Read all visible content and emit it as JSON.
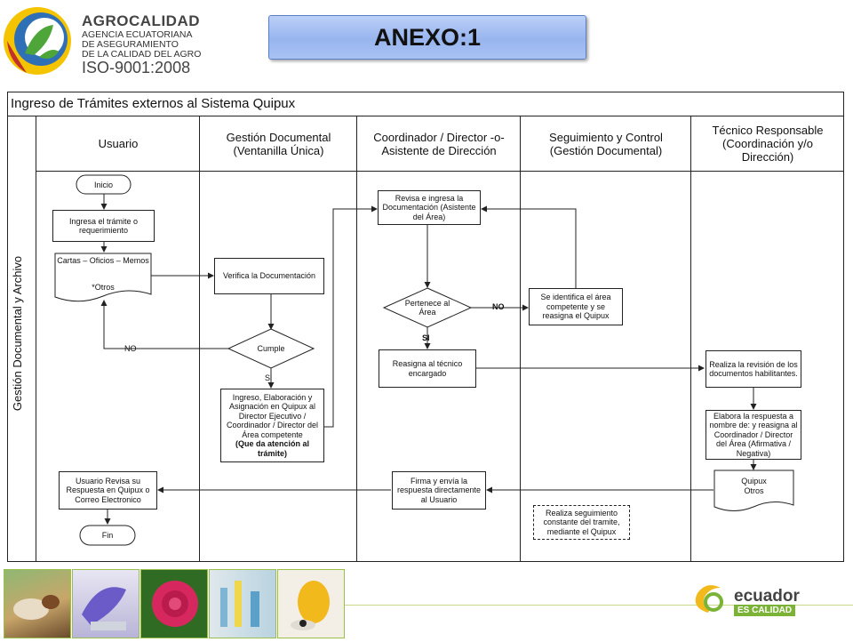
{
  "header": {
    "org_name": "AGROCALIDAD",
    "org_line1": "AGENCIA ECUATORIANA",
    "org_line2": "DE ASEGURAMIENTO",
    "org_line3": "DE LA CALIDAD DEL AGRO",
    "iso": "ISO-9001:2008",
    "annex_title": "ANEXO:1"
  },
  "diagram": {
    "title": "Ingreso de Trámites externos al Sistema Quipux",
    "side_label": "Gestión Documental y Archivo",
    "lanes": [
      {
        "line1": "Usuario",
        "line2": "",
        "line3": ""
      },
      {
        "line1": "Gestión Documental",
        "line2": "(Ventanilla Única)",
        "line3": ""
      },
      {
        "line1": "Coordinador / Director -o-",
        "line2": "Asistente de Dirección",
        "line3": ""
      },
      {
        "line1": "Seguimiento y Control",
        "line2": "(Gestión Documental)",
        "line3": ""
      },
      {
        "line1": "Técnico Responsable",
        "line2": "(Coordinación y/o",
        "line3": "Dirección)"
      }
    ],
    "nodes": {
      "inicio": "Inicio",
      "ingresa": "Ingresa el trámite o requerimiento",
      "cartas": "Cartas – Oficios – Memos",
      "cartas_otros": "*Otros",
      "verifica": "Verifica la Documentación",
      "cumple": "Cumple",
      "ingreso_line1": "Ingreso, Elaboración y Asignación en Quipux al Director Ejecutivo / Coordinador / Director del Área competente",
      "ingreso_line2": "(Que da atención al trámite)",
      "revisa": "Revisa e ingresa la Documentación (Asistente del Área)",
      "pertenece": "Pertenece al Área",
      "identifica": "Se identifica el área competente y se reasigna el Quipux",
      "reasigna": "Reasigna al técnico encargado",
      "realiza_revision": "Realiza la revisión de los documentos habilitantes.",
      "elabora": "Elabora la respuesta a nombre de: y reasigna al Coordinador / Director del Área (Afirmativa / Negativa)",
      "quipux_line1": "Quipux",
      "quipux_line2": "Otros",
      "firma": "Firma y envía la respuesta directamente al Usuario",
      "usuario_revisa": "Usuario Revisa su Respuesta en Quipux o Correo Electronico",
      "seguimiento": "Realiza seguimiento constante del tramite, mediante el Quipux",
      "fin": "Fin"
    },
    "edge_labels": {
      "no_cumple": "NO",
      "si_cumple": "Si",
      "no_area": "NO",
      "si_area": "SI"
    }
  },
  "footer": {
    "brand_line1": "ecuador",
    "brand_line2": "ES CALIDAD",
    "colors": {
      "thumb_border": "#9bbf4b",
      "brand_green": "#7ab335",
      "annex_blue": "#a9c2f3"
    }
  }
}
